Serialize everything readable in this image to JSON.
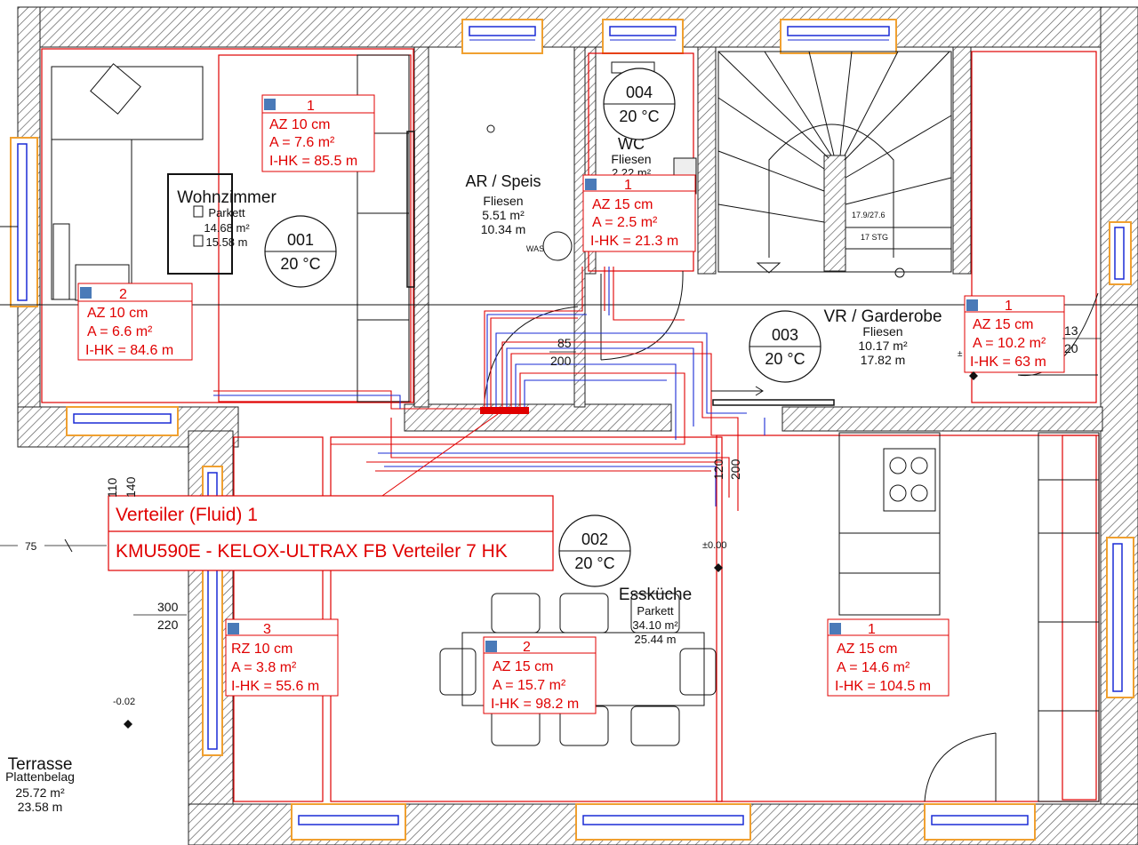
{
  "colors": {
    "wall_hatch": "#555555",
    "annotation_red": "#e00000",
    "supply_pipe": "#e00000",
    "return_pipe": "#1a2bd6",
    "window_blue": "#1a2bd6",
    "window_frame": "#f0a030",
    "furniture": "#111111"
  },
  "rooms": [
    {
      "label": "Wohnzimmer",
      "floor": "Parkett",
      "area": "14.68 m²",
      "perimeter": "15.58 m",
      "number": "001",
      "temp": "20 °C"
    },
    {
      "label": "Essküche",
      "floor": "Parkett",
      "area": "34.10 m²",
      "perimeter": "25.44 m",
      "number": "002",
      "temp": "20 °C"
    },
    {
      "label": "VR / Garderobe",
      "floor": "Fliesen",
      "area": "10.17 m²",
      "perimeter": "17.82 m",
      "number": "003",
      "temp": "20 °C"
    },
    {
      "label": "WC",
      "floor": "Fliesen",
      "area": "2.22 m²",
      "perimeter": "",
      "number": "004",
      "temp": "20 °C"
    },
    {
      "label": "AR / Speis",
      "floor": "Fliesen",
      "area": "5.51 m²",
      "perimeter": "10.34 m",
      "number": "",
      "temp": ""
    },
    {
      "label": "Terrasse",
      "floor": "Plattenbelag",
      "area": "25.72 m²",
      "perimeter": "23.58 m",
      "number": "",
      "temp": ""
    }
  ],
  "circuits": [
    {
      "num": "1",
      "spacing": "AZ 10 cm",
      "area": "A = 7.6 m²",
      "length": "I-HK = 85.5 m"
    },
    {
      "num": "2",
      "spacing": "AZ 10 cm",
      "area": "A = 6.6 m²",
      "length": "I-HK = 84.6 m"
    },
    {
      "num": "1",
      "spacing": "AZ 15 cm",
      "area": "A = 2.5 m²",
      "length": "I-HK = 21.3 m"
    },
    {
      "num": "1",
      "spacing": "AZ 15 cm",
      "area": "A = 10.2 m²",
      "length": "I-HK = 63 m"
    },
    {
      "num": "3",
      "spacing": "RZ 10 cm",
      "area": "A = 3.8 m²",
      "length": "I-HK = 55.6 m"
    },
    {
      "num": "2",
      "spacing": "AZ 15 cm",
      "area": "A = 15.7 m²",
      "length": "I-HK = 98.2 m"
    },
    {
      "num": "1",
      "spacing": "AZ 15 cm",
      "area": "A = 14.6 m²",
      "length": "I-HK = 104.5 m"
    }
  ],
  "distributor": {
    "title": "Verteiler (Fluid) 1",
    "model": "KMU590E - KELOX-ULTRAX FB Verteiler 7 HK"
  },
  "appliance_label": "WAS",
  "stair": {
    "spec": "17.9/27.6",
    "steps": "17 STG"
  },
  "dimensions": {
    "d85": "85",
    "d200a": "200",
    "d120": "120",
    "d200b": "200",
    "d110": "110",
    "d140": "140",
    "d75": "75",
    "d300": "300",
    "d220": "220",
    "d13": "13",
    "d20": "20"
  },
  "levels": {
    "kitchen": "±0.00",
    "terrace": "-0.02",
    "hall": "±"
  }
}
